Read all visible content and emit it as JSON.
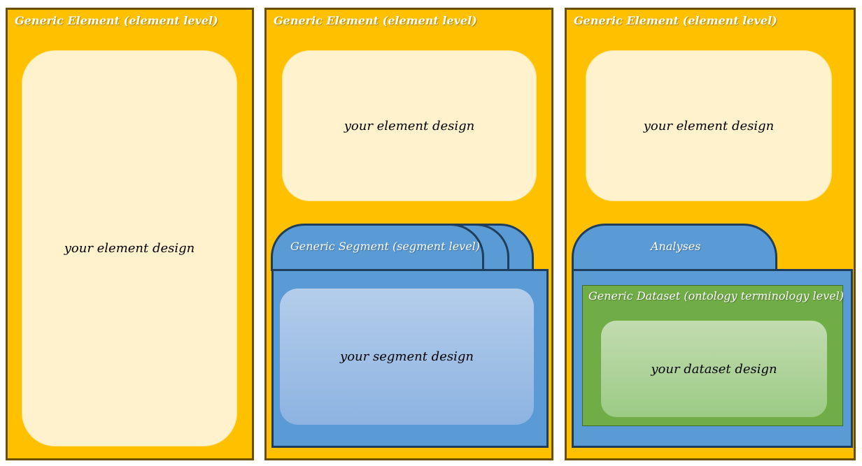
{
  "colors": {
    "element_fill": "#ffc000",
    "element_border": "#6b4f00",
    "design_fill": "#fff2cc",
    "segment_fill": "#5b9bd5",
    "segment_border": "#1f3d5c",
    "dataset_fill": "#70ad47"
  },
  "panels": [
    {
      "title": "Generic Element (element level)",
      "element_design": "your element design"
    },
    {
      "title": "Generic Element (element level)",
      "element_design": "your element design",
      "segment_tab": "Generic Segment (segment level)",
      "segment_design": "your segment design"
    },
    {
      "title": "Generic Element (element level)",
      "element_design": "your element design",
      "segment_tab": "Analyses",
      "dataset_title": "Generic Dataset (ontology terminology level)",
      "dataset_design": "your dataset design"
    }
  ]
}
